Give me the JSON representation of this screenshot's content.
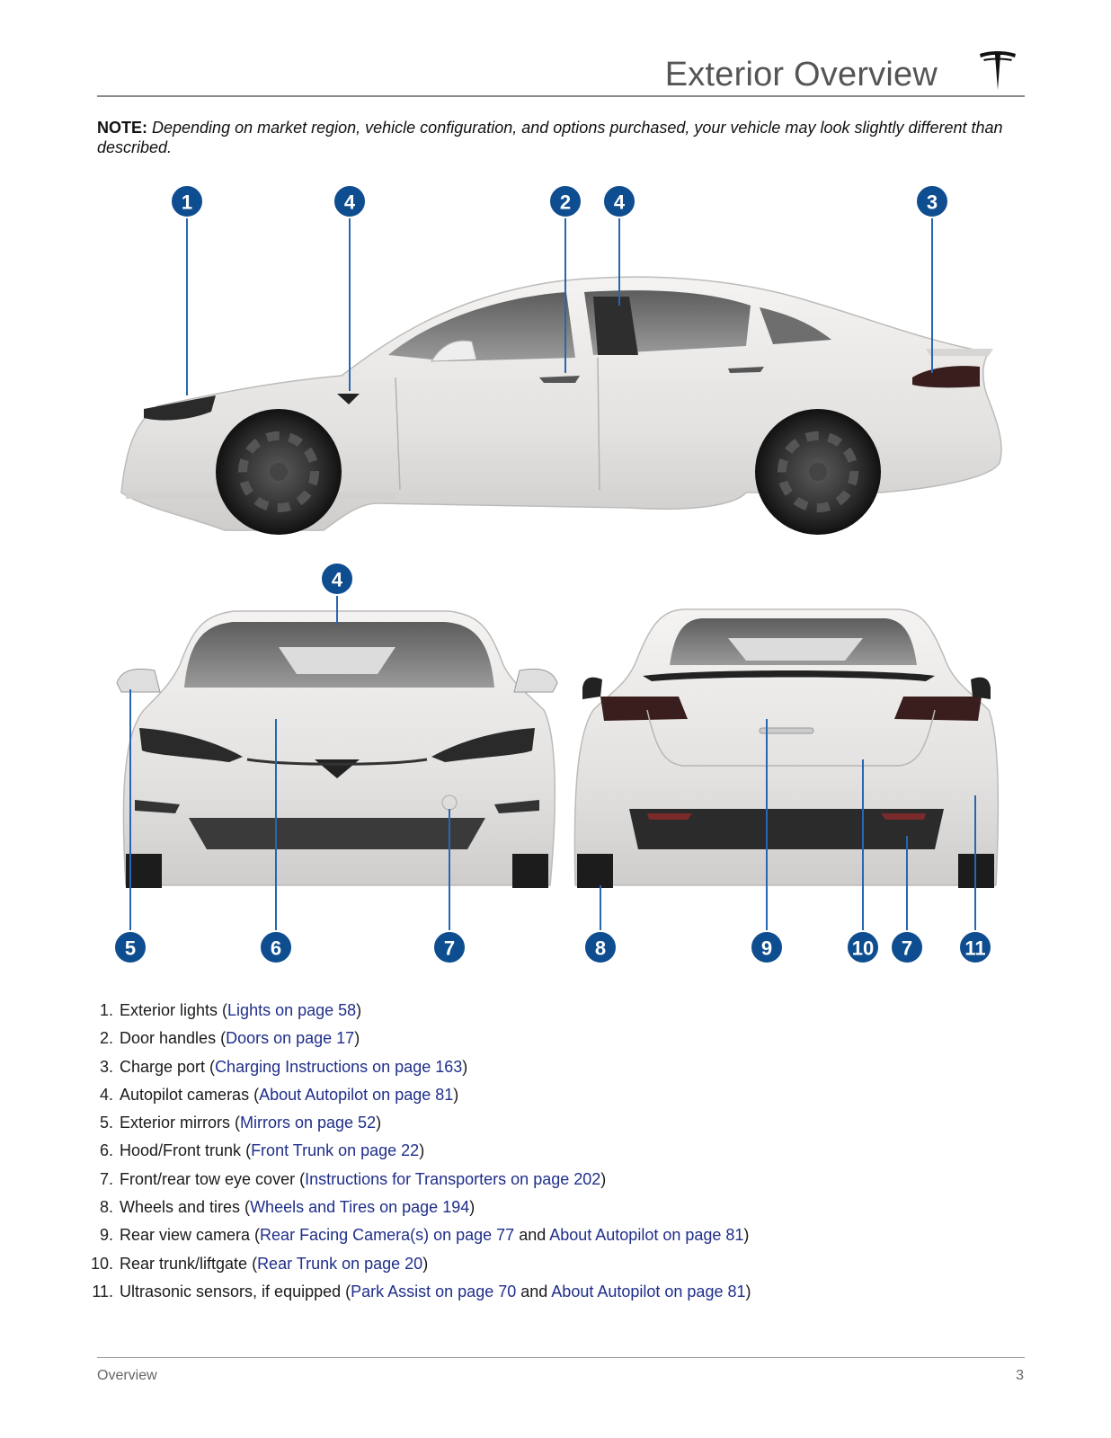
{
  "header": {
    "title": "Exterior Overview"
  },
  "note": {
    "label": "NOTE:",
    "text": " Depending on market region, vehicle configuration, and options purchased, your vehicle may look slightly different than described."
  },
  "figure": {
    "side_callouts": [
      "1",
      "4",
      "2",
      "4",
      "3"
    ],
    "front_callouts": [
      "4",
      "5",
      "6",
      "7"
    ],
    "rear_callouts": [
      "8",
      "9",
      "10",
      "7",
      "11"
    ],
    "callout_color": "#0e4d8f",
    "car_color": "#e9e7e5"
  },
  "legend": [
    {
      "num": "1.",
      "text": "Exterior lights (",
      "links": [
        "Lights on page 58"
      ],
      "joins": [],
      "close": ")"
    },
    {
      "num": "2.",
      "text": "Door handles (",
      "links": [
        "Doors on page 17"
      ],
      "joins": [],
      "close": ")"
    },
    {
      "num": "3.",
      "text": "Charge port (",
      "links": [
        "Charging Instructions on page 163"
      ],
      "joins": [],
      "close": ")"
    },
    {
      "num": "4.",
      "text": "Autopilot cameras (",
      "links": [
        "About Autopilot on page 81"
      ],
      "joins": [],
      "close": ")"
    },
    {
      "num": "5.",
      "text": "Exterior mirrors (",
      "links": [
        "Mirrors on page 52"
      ],
      "joins": [],
      "close": ")"
    },
    {
      "num": "6.",
      "text": "Hood/Front trunk (",
      "links": [
        "Front Trunk on page 22"
      ],
      "joins": [],
      "close": ")"
    },
    {
      "num": "7.",
      "text": "Front/rear tow eye cover (",
      "links": [
        "Instructions for Transporters on page 202"
      ],
      "joins": [],
      "close": ")"
    },
    {
      "num": "8.",
      "text": "Wheels and tires (",
      "links": [
        "Wheels and Tires on page 194"
      ],
      "joins": [],
      "close": ")"
    },
    {
      "num": "9.",
      "text": "Rear view camera (",
      "links": [
        "Rear Facing Camera(s) on page 77",
        "About Autopilot on page 81"
      ],
      "joins": [
        " and "
      ],
      "close": ")"
    },
    {
      "num": "10.",
      "text": "Rear trunk/liftgate (",
      "links": [
        "Rear Trunk on page 20"
      ],
      "joins": [],
      "close": ")"
    },
    {
      "num": "11.",
      "text": "Ultrasonic sensors, if equipped (",
      "links": [
        "Park Assist on page 70",
        "About Autopilot on page 81"
      ],
      "joins": [
        " and "
      ],
      "close": ")"
    }
  ],
  "footer": {
    "section": "Overview",
    "page": "3"
  }
}
